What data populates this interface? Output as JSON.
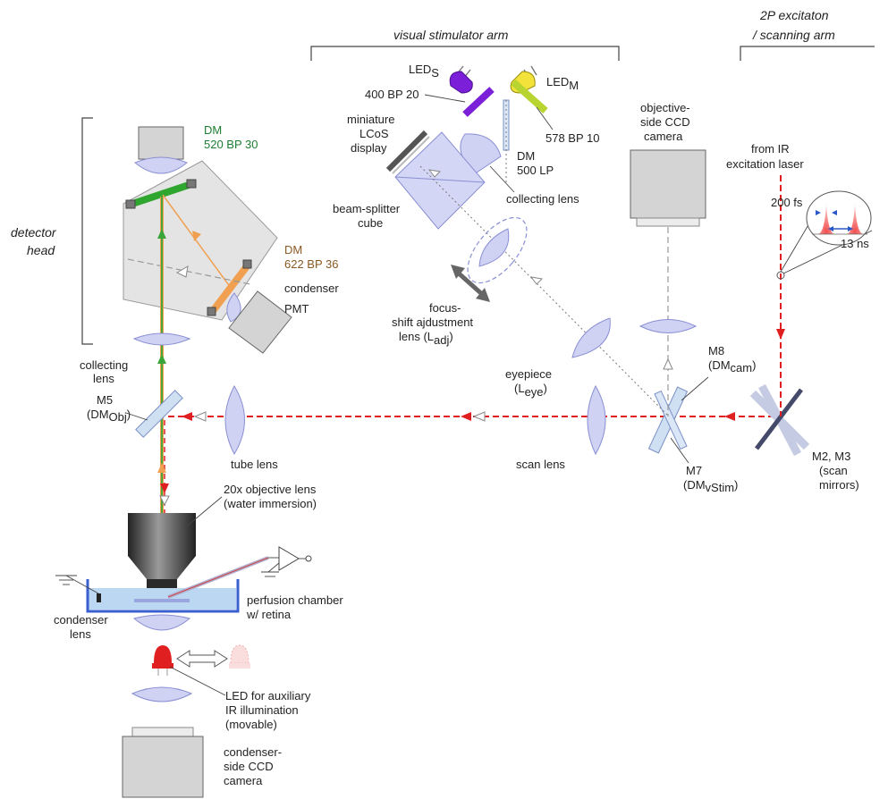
{
  "labels": {
    "visual_stimulator_arm": "visual stimulator arm",
    "excitation_arm_line1": "2P excitaton",
    "excitation_arm_line2": "/ scanning arm",
    "detector_head_line1": "detector",
    "detector_head_line2": "head",
    "led_s": "LED",
    "led_s_sub": "S",
    "led_m": "LED",
    "led_m_sub": "M",
    "filter_400": "400 BP 20",
    "filter_578": "578 BP 10",
    "dm500_line1": "DM",
    "dm500_line2": "500 LP",
    "lcos_line1": "miniature",
    "lcos_line2": "LCoS",
    "lcos_line3": "display",
    "collecting_lens_top": "collecting lens",
    "beam_splitter_line1": "beam-splitter",
    "beam_splitter_line2": "cube",
    "focus_line1": "focus-",
    "focus_line2": "shift ajdustment",
    "focus_line3": "lens (L",
    "focus_sub": "adj",
    "focus_close": ")",
    "eyepiece_line1": "eyepiece",
    "eyepiece_line2": "(L",
    "eyepiece_sub": "eye",
    "eyepiece_close": ")",
    "obj_ccd_line1": "objective-",
    "obj_ccd_line2": "side CCD",
    "obj_ccd_line3": "camera",
    "ir_line1": "from IR",
    "ir_line2": "excitation laser",
    "pulse_200": "200 fs",
    "pulse_13": "13 ns",
    "dm520_line1": "DM",
    "dm520_line2": "520 BP 30",
    "dm622_line1": "DM",
    "dm622_line2": "622 BP 36",
    "condenser": "condenser",
    "pmt": "PMT",
    "collecting_lens_left_line1": "collecting",
    "collecting_lens_left_line2": "lens",
    "m5_line1": "M5",
    "m5_line2": "(DM",
    "m5_sub": "Obj",
    "m5_close": ")",
    "tube_lens": "tube lens",
    "scan_lens": "scan lens",
    "m8_line1": "M8",
    "m8_line2": "(DM",
    "m8_sub": "cam",
    "m8_close": ")",
    "m7_line1": "M7",
    "m7_line2": "(DM",
    "m7_sub": "vStim",
    "m7_close": ")",
    "m2_line1": "M2, M3",
    "m2_line2": "(scan",
    "m2_line3": "mirrors)",
    "objective_line1": "20x objective lens",
    "objective_line2": "(water immersion)",
    "perfusion_line1": "perfusion chamber",
    "perfusion_line2": "w/ retina",
    "condenser_lens_line1": "condenser",
    "condenser_lens_line2": "lens",
    "led_ir_line1": "LED for auxiliary",
    "led_ir_line2": "IR illumination",
    "led_ir_line3": "(movable)",
    "cond_ccd_line1": "condenser-",
    "cond_ccd_line2": "side CCD",
    "cond_ccd_line3": "camera"
  },
  "colors": {
    "laser": "#e02020",
    "green_beam": "#3aa63a",
    "orange_beam": "#f0a050",
    "led_s": "#7b1fd8",
    "led_m": "#f2e23a",
    "filter_400": "#7b1fd8",
    "filter_578": "#b8d430",
    "lens_fill": "#cfd2f3",
    "ir_led": "#e02020"
  }
}
